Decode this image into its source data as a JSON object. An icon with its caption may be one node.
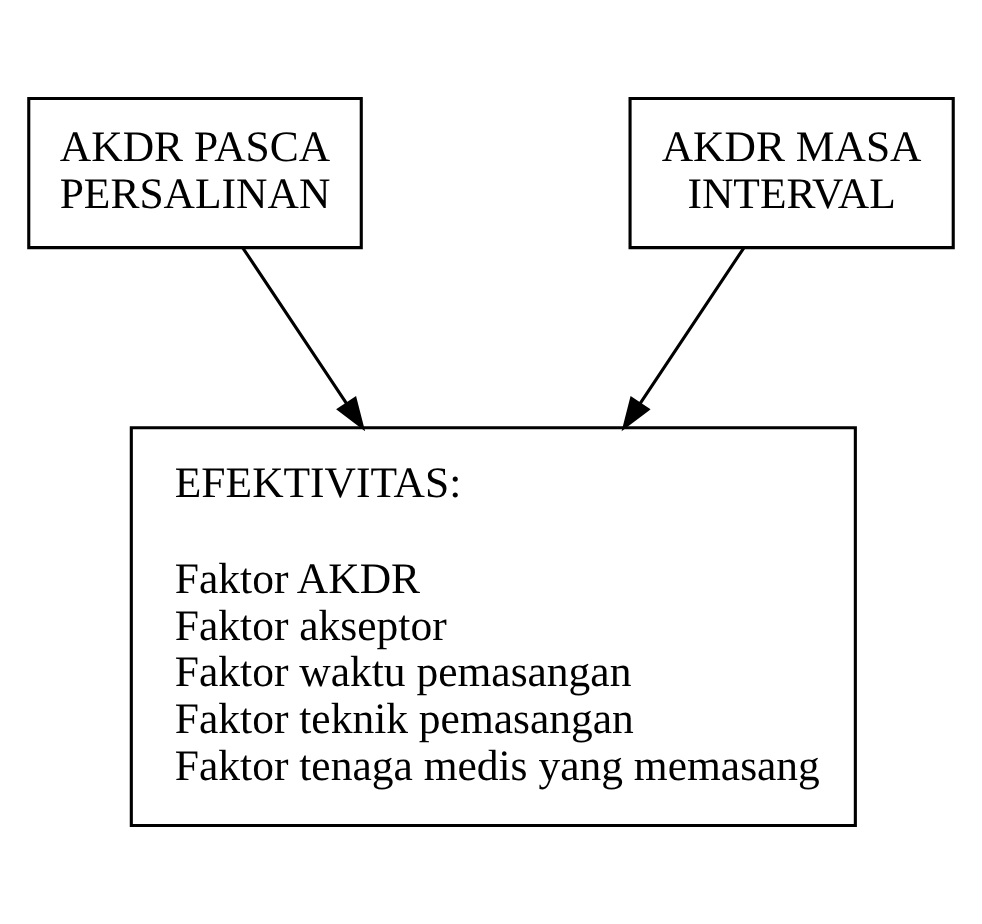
{
  "diagram": {
    "nodes": [
      {
        "text": [
          "AKDR PASCA PERSALINAN"
        ]
      },
      {
        "text": [
          "AKDR MASA INTERVAL"
        ]
      },
      {
        "text": [
          "EFEKTIVITAS:",
          "Faktor AKDR",
          "Faktor akseptor",
          "Faktor waktu pemasangan",
          "Faktor teknik pemasangan",
          "Faktor tenaga medis yang memasang"
        ]
      }
    ],
    "edges": [
      {
        "from": 0,
        "to": 2,
        "arrow": "to"
      },
      {
        "from": 1,
        "to": 2,
        "arrow": "to"
      }
    ]
  }
}
